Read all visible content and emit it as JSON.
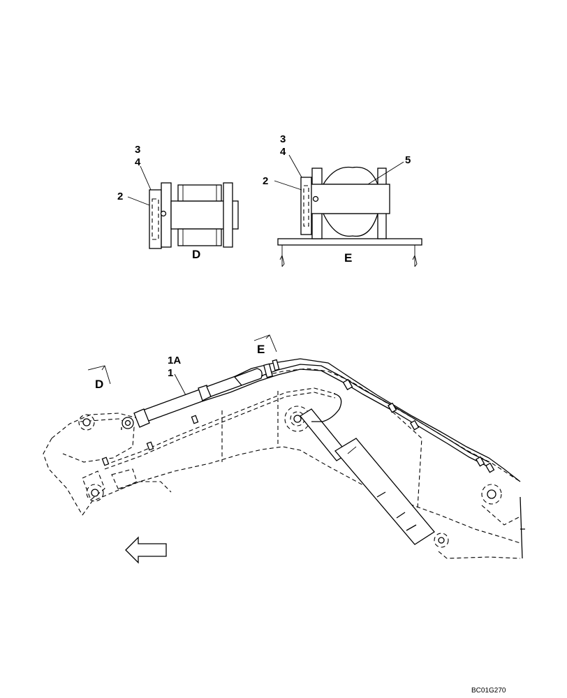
{
  "view_d": {
    "callouts": {
      "part_3": "3",
      "part_4": "4",
      "part_2": "2"
    },
    "title": "D"
  },
  "view_e": {
    "callouts": {
      "part_3": "3",
      "part_4": "4",
      "part_2": "2",
      "part_5": "5"
    },
    "title": "E"
  },
  "boom": {
    "callouts": {
      "part_1a": "1A",
      "part_1": "1"
    },
    "view_marker_d": "D",
    "view_marker_e": "E"
  },
  "drawing_code": "BC01G270"
}
